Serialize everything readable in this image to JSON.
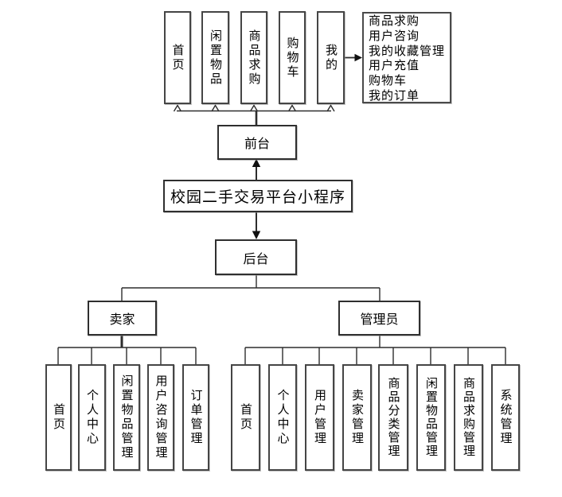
{
  "diagram": {
    "title": "校园二手交易平台小程序",
    "nodes": {
      "root": "校园二手交易平台小程序",
      "front": "前台",
      "back": "后台",
      "seller": "卖家",
      "admin": "管理员"
    },
    "front_children": [
      "首页",
      "闲置物品",
      "商品求购",
      "购物车",
      "我的"
    ],
    "mine_menu": [
      "商品求购",
      "用户咨询",
      "我的收藏管理",
      "用户充值",
      "购物车",
      "我的订单"
    ],
    "seller_children": [
      "首页",
      "个人中心",
      "闲置物品管理",
      "用户咨询管理",
      "订单管理"
    ],
    "admin_children": [
      "首页",
      "个人中心",
      "用户管理",
      "卖家管理",
      "商品分类管理",
      "闲置物品管理",
      "商品求购管理",
      "系统管理"
    ],
    "colors": {
      "line": "#2d2d2d",
      "box_border": "#454545",
      "background": "#ffffff",
      "text": "#000000"
    }
  }
}
